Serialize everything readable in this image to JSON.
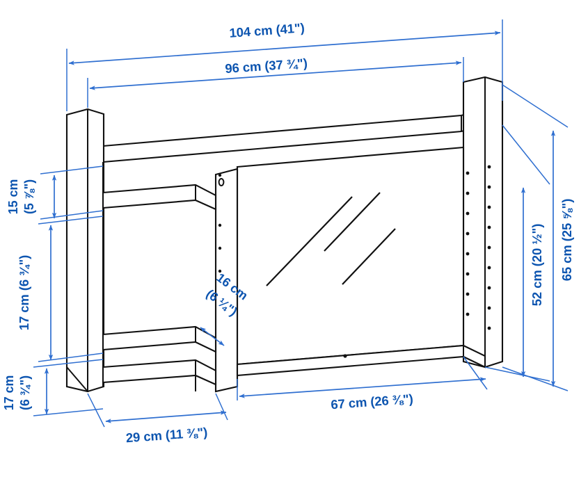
{
  "diagram": {
    "title": "Wall shelf with mirror assembly dimension drawing",
    "background_color": "#ffffff",
    "line_color": "#111111",
    "dimension_color": "#2f6fd0",
    "dimension_text_color": "#0d55b0"
  },
  "dimensions": {
    "overall_width": "104 cm (41\")",
    "inner_width": "96 cm (37 ¾\")",
    "upper_shelf_height": {
      "line1": "15 cm",
      "line2": "(5 ⅞\")"
    },
    "middle_section_height": "17 cm (6 ¾\")",
    "lower_section_height": {
      "line1": "17 cm",
      "line2": "(6 ¾\")"
    },
    "shelf_depth": {
      "line1": "16 cm",
      "line2": "(6 ¼\")"
    },
    "left_section_width": "29 cm (11 ⅜\")",
    "right_section_width": "67 cm (26 ⅜\")",
    "body_height": "52 cm (20 ½\")",
    "overall_height": "65 cm (25 ⅝\")"
  },
  "parts": {
    "left_side_panel": "left-side-panel",
    "right_side_panel": "right-side-panel",
    "top_shelf": "top-shelf",
    "upper_shelf": "upper-shelf",
    "lower_shelf": "lower-shelf",
    "bottom_shelf": "bottom-shelf",
    "center_divider": "center-divider-panel",
    "mirror_panel": "mirror-panel",
    "cable_hole": "cable-hole"
  }
}
